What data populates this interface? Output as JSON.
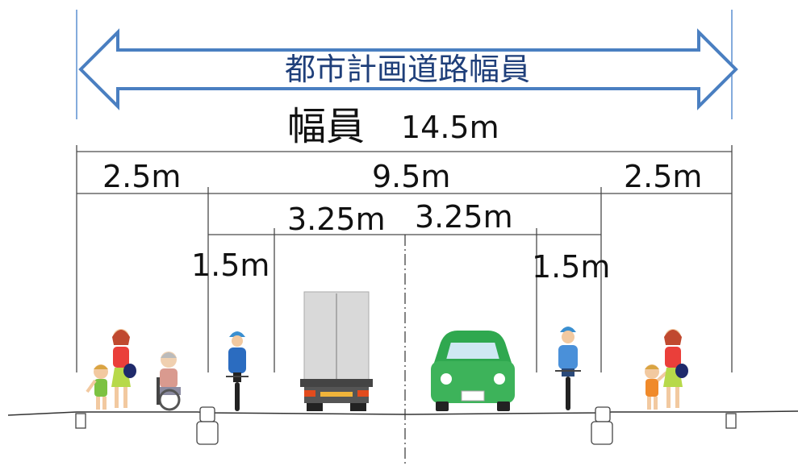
{
  "title_arrow_text": "都市計画道路幅員",
  "total_width": {
    "label": "幅員",
    "value": "14.5m"
  },
  "sections": {
    "left_sidewalk": "2.5m",
    "carriageway": "9.5m",
    "right_sidewalk": "2.5m",
    "left_lane": "3.25m",
    "right_lane": "3.25m",
    "left_bike_lane": "1.5m",
    "right_bike_lane": "1.5m"
  },
  "colors": {
    "arrow_stroke": "#4a7fc1",
    "arrow_text": "#1f3f7a",
    "dim_line": "#4a4a4a",
    "car": "#2fa84f",
    "truck": "#d8d8d8",
    "road": "#333333"
  },
  "figures": [
    "pedestrian-adult-icon",
    "pedestrian-child-icon",
    "wheelchair-user-icon",
    "cyclist-icon",
    "truck-icon",
    "car-icon",
    "cyclist-icon",
    "pedestrian-child-icon",
    "pedestrian-adult-icon"
  ]
}
